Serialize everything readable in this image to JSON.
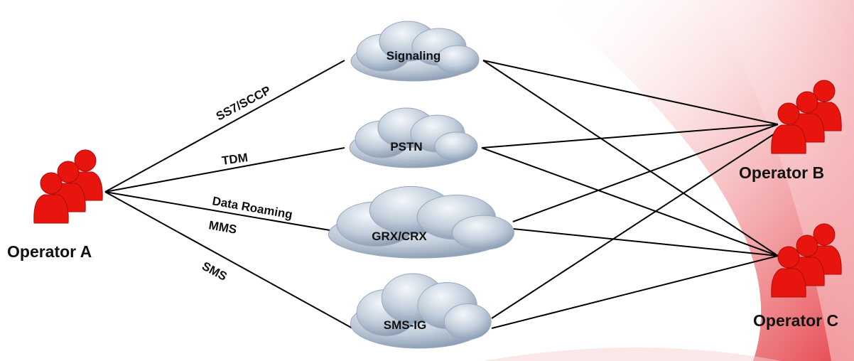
{
  "operators": {
    "a": "Operator A",
    "b": "Operator B",
    "c": "Operator C"
  },
  "clouds": {
    "signaling": "Signaling",
    "pstn": "PSTN",
    "grx": "GRX/CRX",
    "smsig": "SMS-IG"
  },
  "links": {
    "ss7": "SS7/SCCP",
    "tdm": "TDM",
    "data_roaming": "Data Roaming",
    "mms": "MMS",
    "sms": "SMS"
  },
  "colors": {
    "operator": "#e8150f",
    "cloud_light": "#eef2f7",
    "cloud_dark": "#8d9fb5",
    "line": "#000000",
    "background_swoosh": "#e0242c"
  }
}
